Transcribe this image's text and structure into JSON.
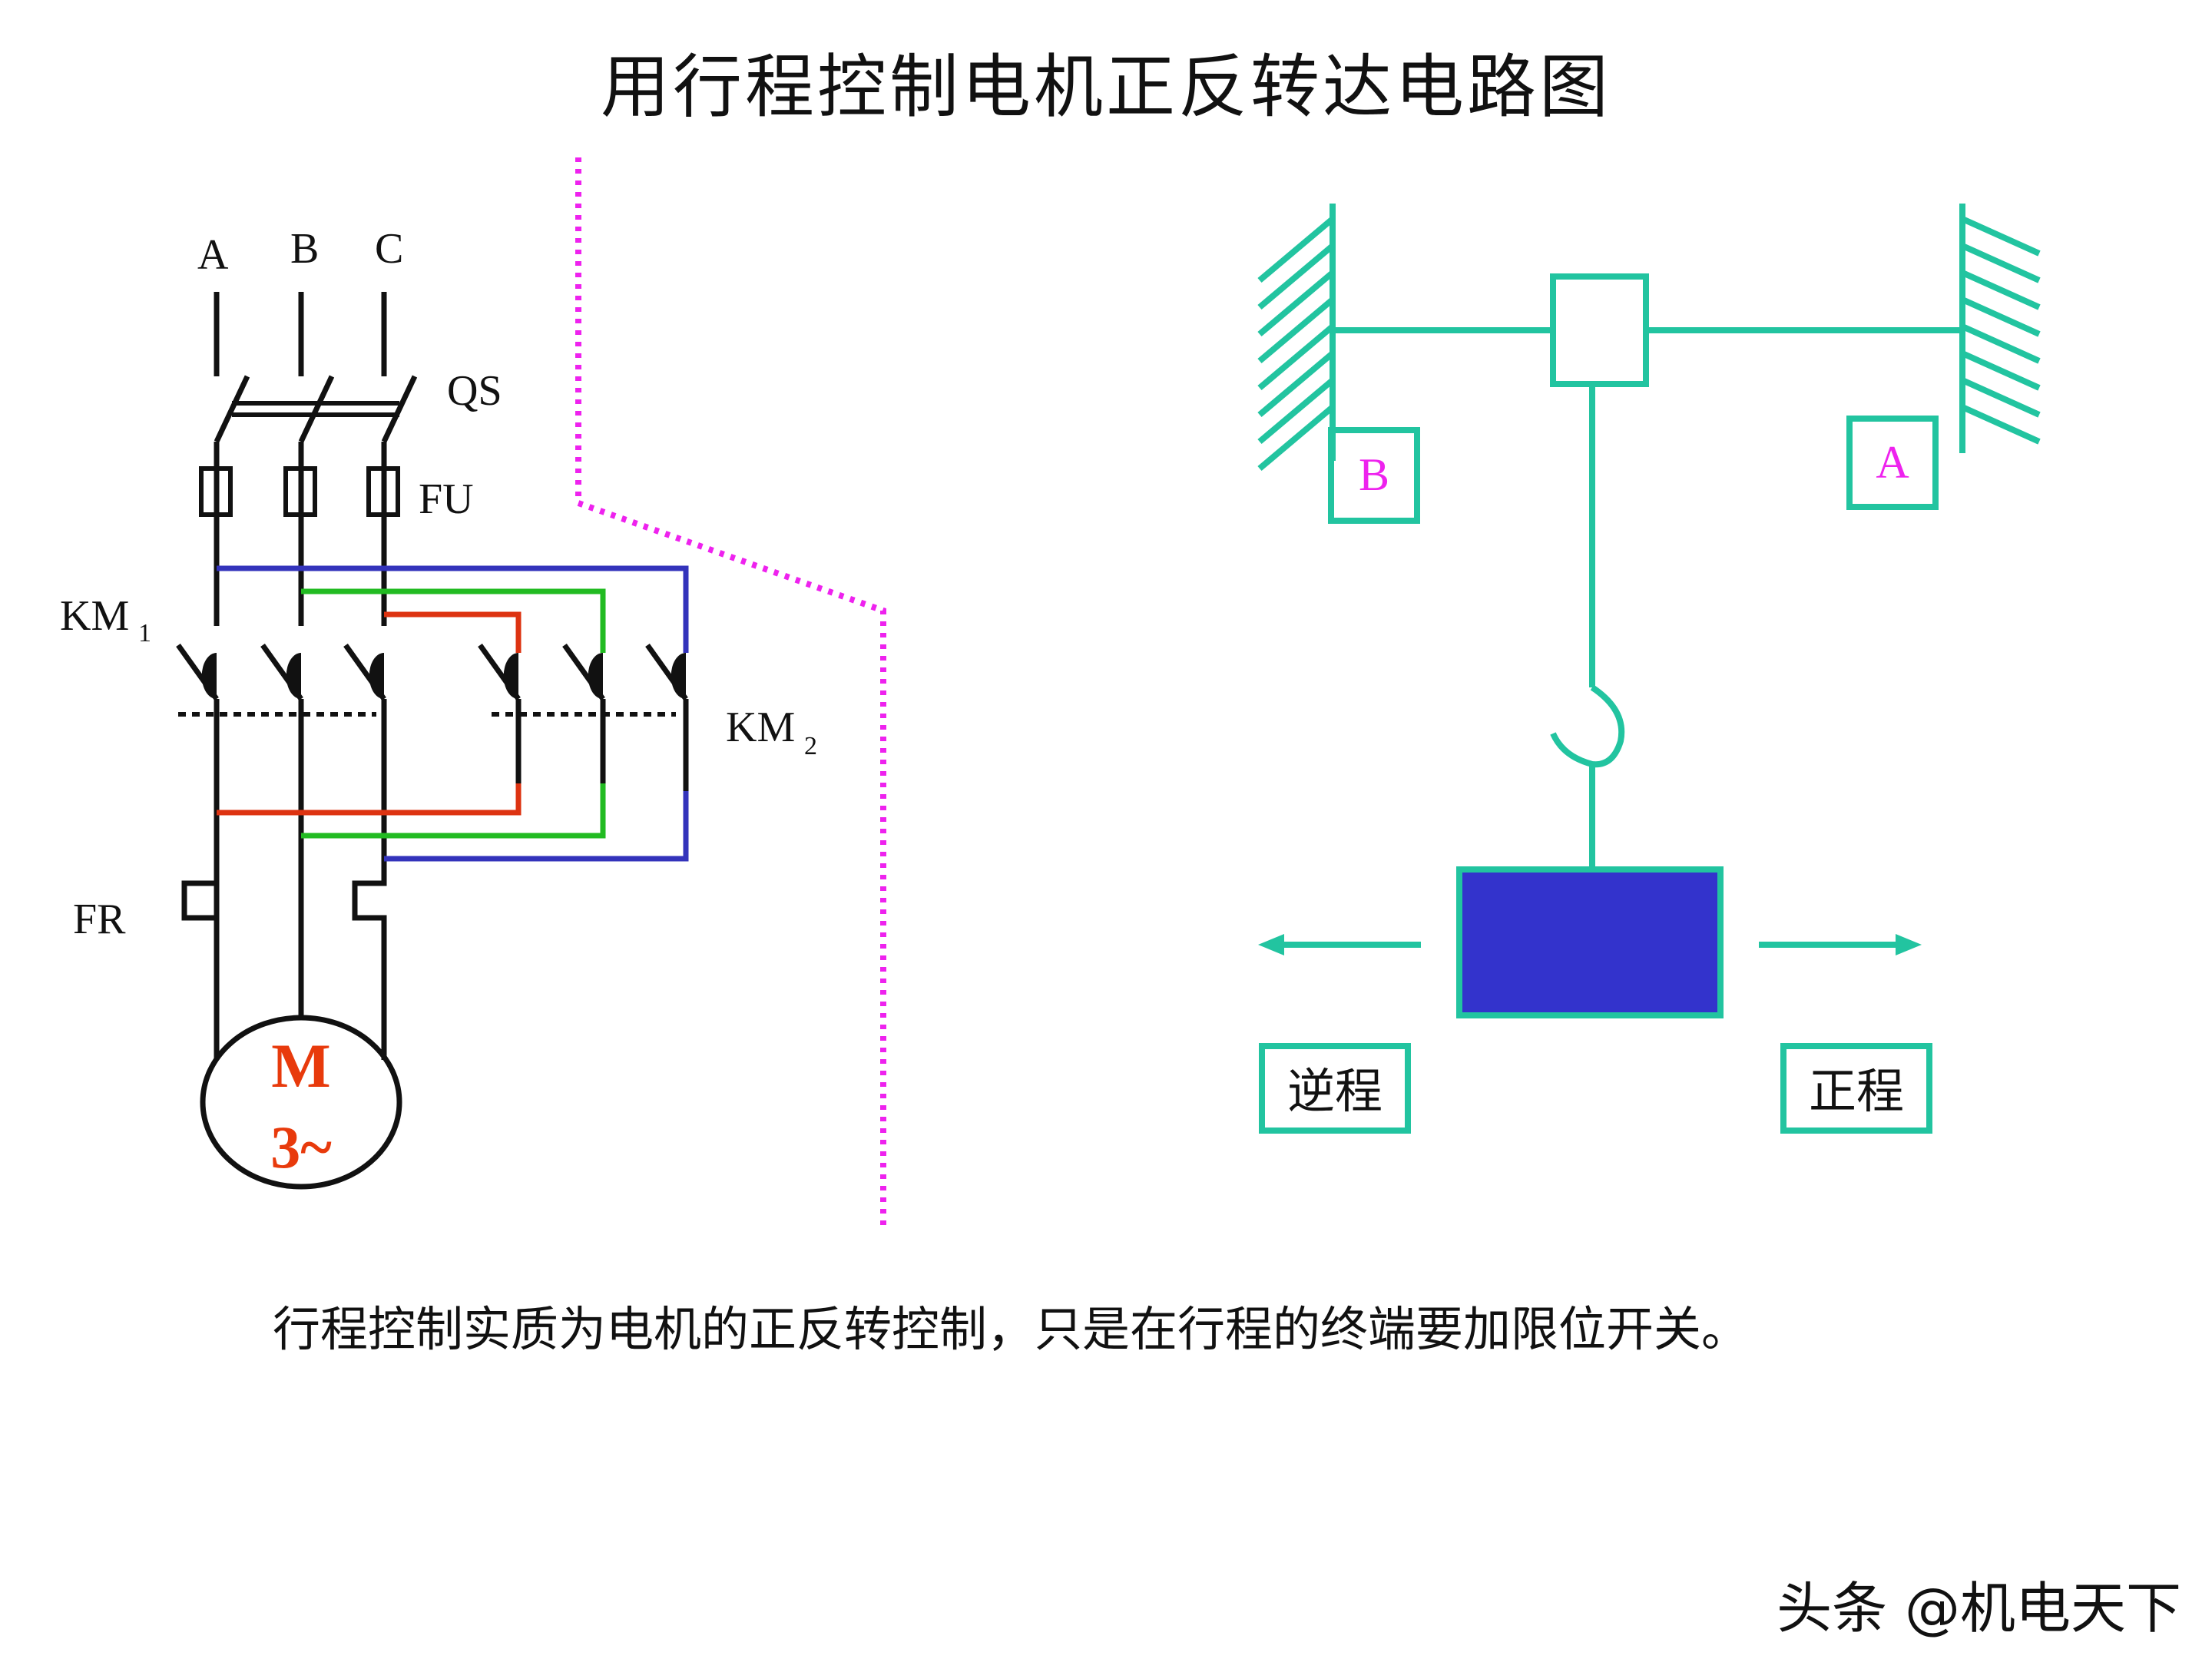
{
  "title": "用行程控制电机正反转达电路图",
  "caption": "行程控制实质为电机的正反转控制，只是在行程的终端要加限位开关。",
  "watermark": "头条 @机电天下",
  "circuit": {
    "phases": [
      "A",
      "B",
      "C"
    ],
    "qs": "QS",
    "fu": "FU",
    "km1": "KM",
    "km1_sub": "1",
    "km2": "KM",
    "km2_sub": "2",
    "fr": "FR",
    "motor_m": "M",
    "motor_type": "3~"
  },
  "mechanism": {
    "switch_b": "B",
    "switch_a": "A",
    "reverse_label": "逆程",
    "forward_label": "正程"
  },
  "colors": {
    "line": "#111111",
    "blue": "#3333bb",
    "green": "#22bb22",
    "red": "#dd3311",
    "teal": "#22c4a0",
    "magenta": "#ee22ee",
    "load": "#3333cc",
    "motor_text": "#e83a0c"
  }
}
